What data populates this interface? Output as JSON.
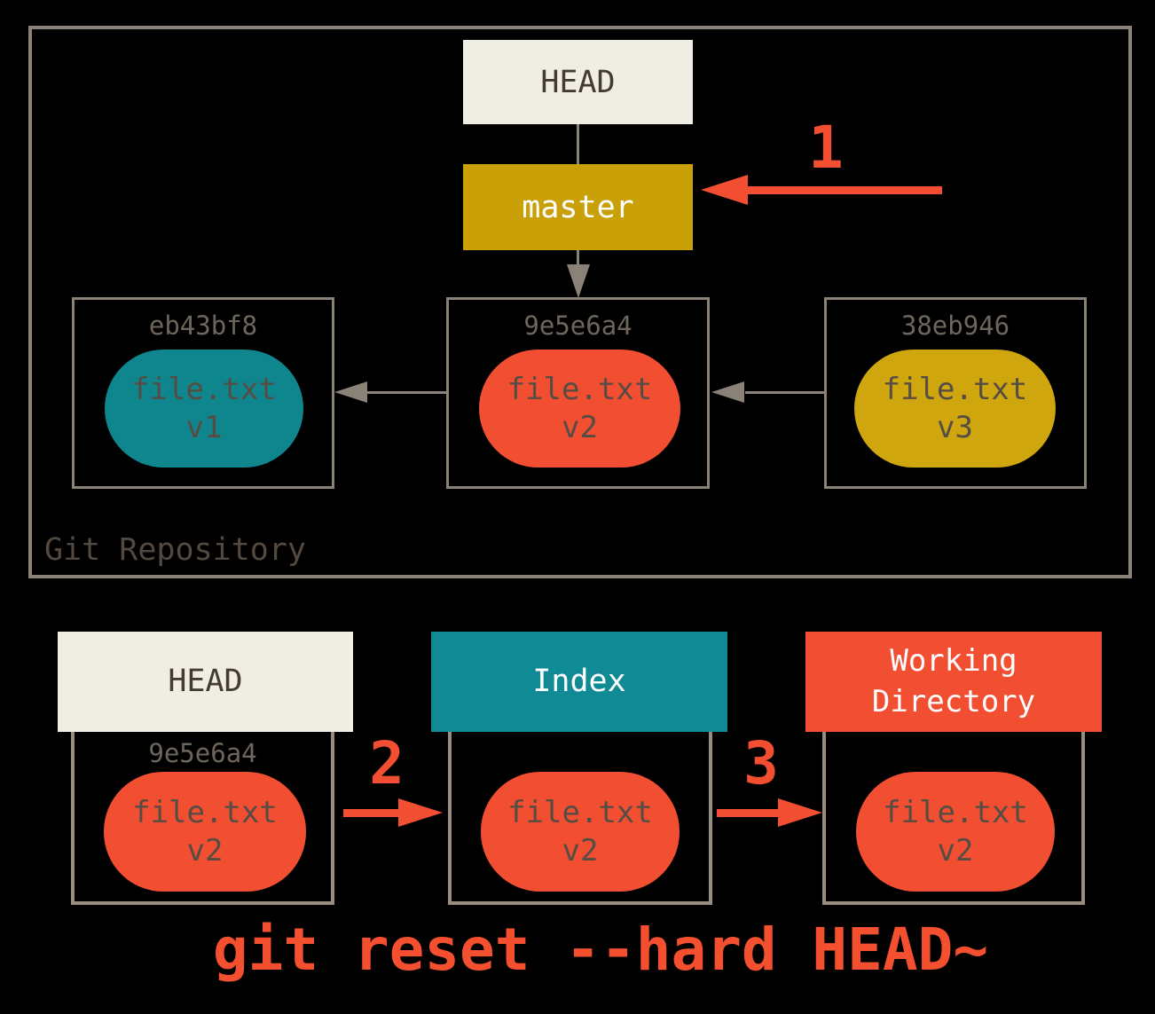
{
  "colors": {
    "background": "#000000",
    "border_gray": "#8a8177",
    "border_light": "#968d80",
    "cream": "#f0ede3",
    "gold": "#c9a008",
    "gold_pill": "#cfa60d",
    "teal": "#108a94",
    "teal_pill": "#0f868e",
    "red": "#f14e32",
    "caption_red": "#f4502f",
    "text_dark": "#443b32",
    "text_hash_gray": "#6e665c",
    "text_pill_gray": "#554d43",
    "text_repo_label": "#53493f",
    "white": "#ffffff"
  },
  "repository": {
    "label": "Git Repository",
    "head_box": {
      "label": "HEAD"
    },
    "branch_box": {
      "label": "master"
    },
    "commits": [
      {
        "hash": "eb43bf8",
        "file": "file.txt",
        "version": "v1",
        "pill_color": "teal"
      },
      {
        "hash": "9e5e6a4",
        "file": "file.txt",
        "version": "v2",
        "pill_color": "red"
      },
      {
        "hash": "38eb946",
        "file": "file.txt",
        "version": "v3",
        "pill_color": "gold"
      }
    ]
  },
  "steps": {
    "one": "1",
    "two": "2",
    "three": "3"
  },
  "areas": [
    {
      "title": "HEAD",
      "hash": "9e5e6a4",
      "file": "file.txt",
      "version": "v2"
    },
    {
      "title": "Index",
      "file": "file.txt",
      "version": "v2"
    },
    {
      "title": "Working Directory",
      "file": "file.txt",
      "version": "v2"
    }
  ],
  "caption": "git reset --hard HEAD~"
}
